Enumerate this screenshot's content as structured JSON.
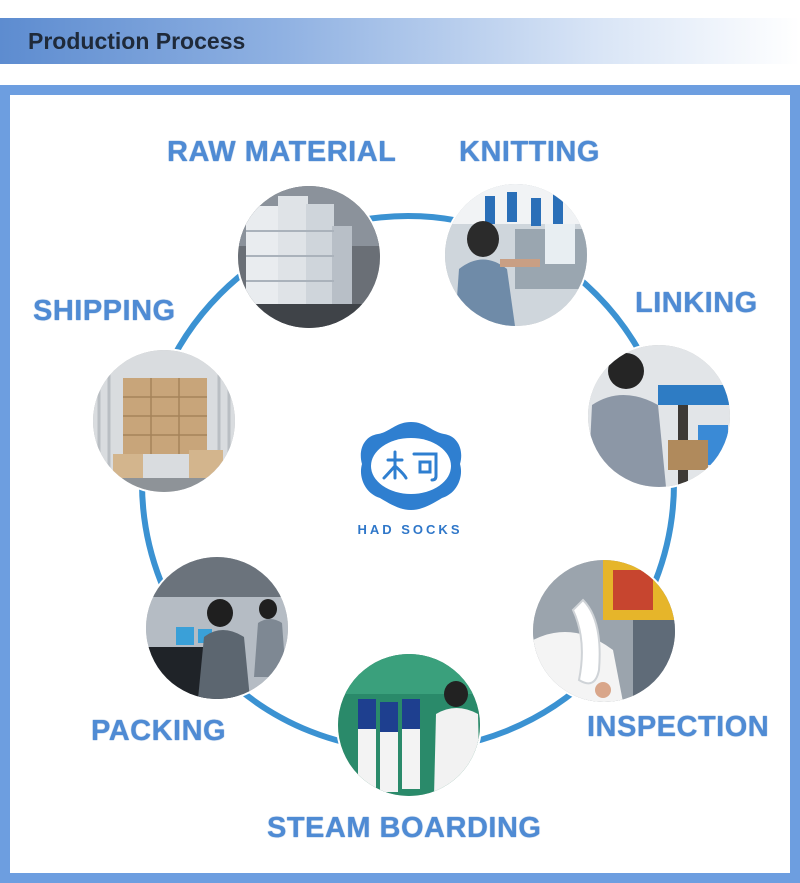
{
  "header": {
    "title": "Production Process"
  },
  "steps": [
    {
      "label": "RAW MATERIAL",
      "icon": "fabric-rolls-photo"
    },
    {
      "label": "KNITTING",
      "icon": "knitting-machine-photo"
    },
    {
      "label": "LINKING",
      "icon": "linking-worker-photo"
    },
    {
      "label": "INSPECTION",
      "icon": "sock-inspection-photo"
    },
    {
      "label": "STEAM BOARDING",
      "icon": "steam-boarding-photo"
    },
    {
      "label": "PACKING",
      "icon": "packing-workers-photo"
    },
    {
      "label": "SHIPPING",
      "icon": "container-boxes-photo"
    }
  ],
  "logo": {
    "text": "HAD SOCKS",
    "icon": "had-socks-logo-icon"
  },
  "colors": {
    "accent": "#4f8bd4",
    "frame": "#6d9ee0",
    "ring": "#3b92d2"
  }
}
